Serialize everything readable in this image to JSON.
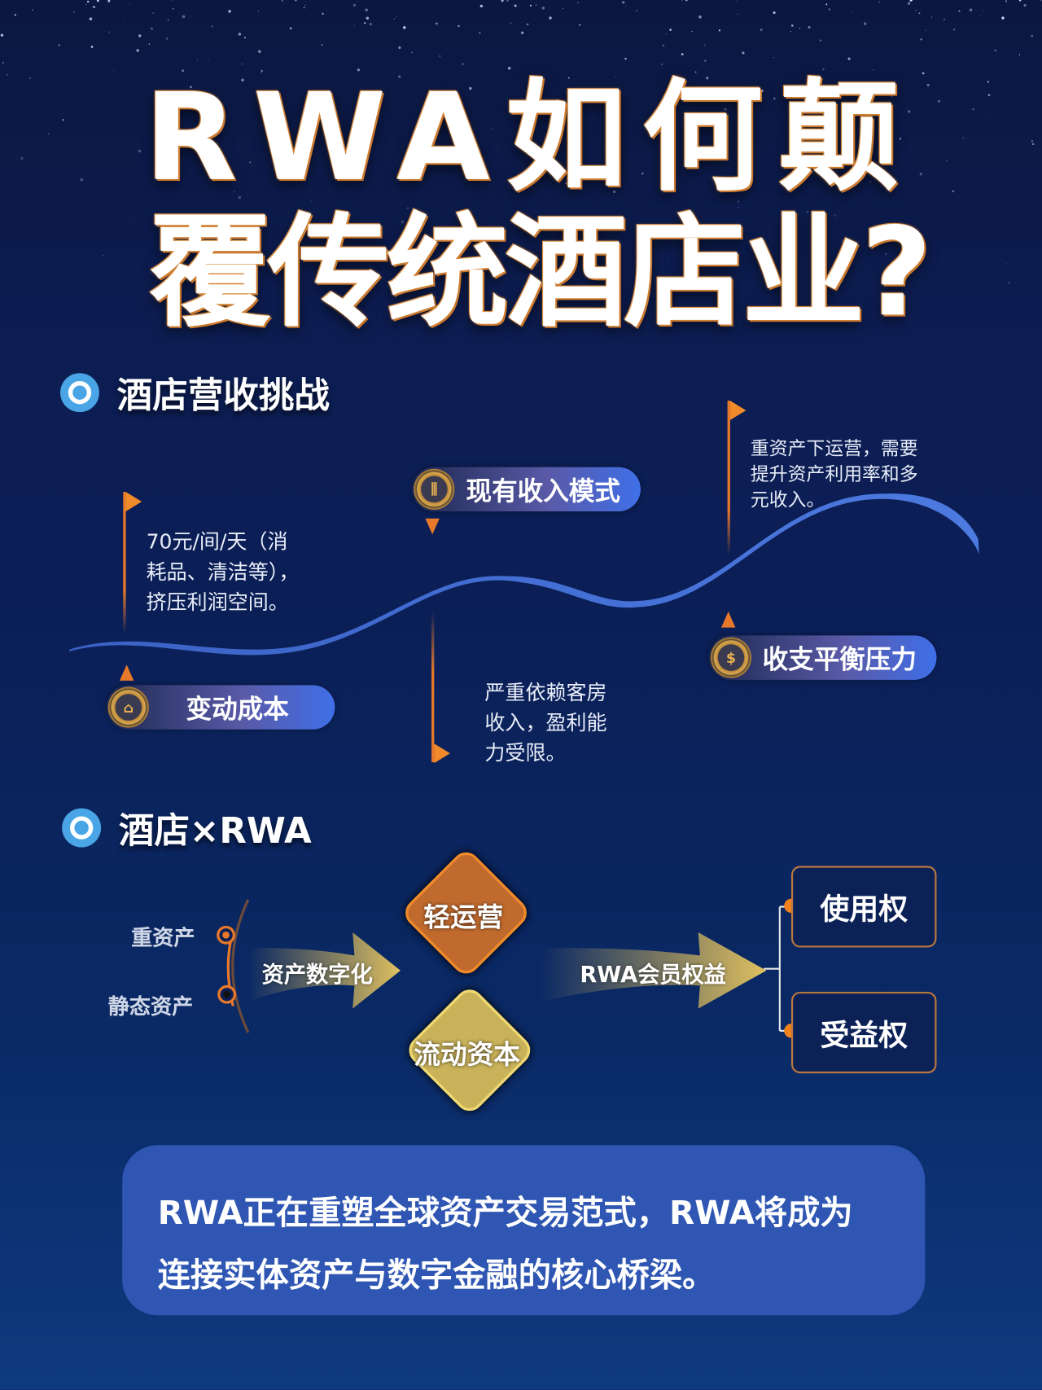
{
  "title": {
    "line1": "RWA如何颠",
    "line2": "覆传统酒店业?"
  },
  "section1": {
    "heading": "酒店营收挑战",
    "milestones": [
      {
        "label": "变动成本",
        "note": [
          "70元/间/天（消",
          "耗品、清洁等），",
          "挤压利润空间。"
        ]
      },
      {
        "label": "现有收入模式",
        "note": [
          "严重依赖客房",
          "收入，盈利能",
          "力受限。"
        ]
      },
      {
        "label": "收支平衡压力",
        "note": [
          "重资产下运营，需要",
          "提升资产利用率和多",
          "元收入。"
        ]
      }
    ]
  },
  "section2": {
    "heading": "酒店×RWA",
    "inputs": [
      "重资产",
      "静态资产"
    ],
    "arrow1": "资产数字化",
    "diamonds": [
      {
        "label": "轻运营",
        "color": "#c06a2e"
      },
      {
        "label": "流动资本",
        "color": "#c9b25a"
      }
    ],
    "arrow2": "RWA会员权益",
    "rights": [
      "使用权",
      "受益权"
    ]
  },
  "summary": {
    "line1": "RWA正在重塑全球资产交易范式，RWA将成为",
    "line2": "连接实体资产与数字金融的核心桥梁。"
  }
}
